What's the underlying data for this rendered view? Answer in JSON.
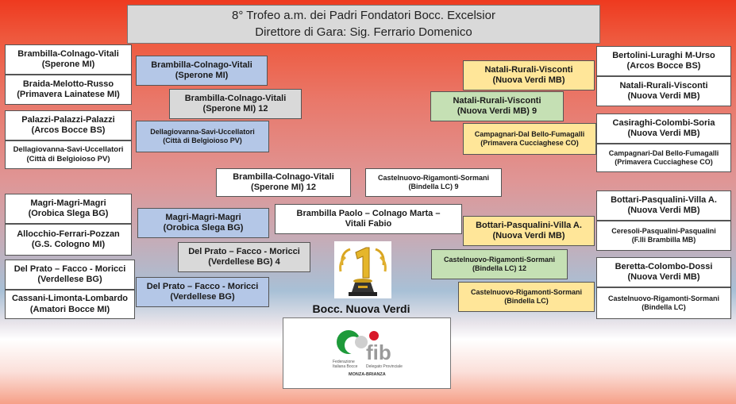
{
  "title": {
    "line1": "8° Trofeo a.m. dei Padri Fondatori Bocc. Excelsior",
    "line2": "Direttore di Gara: Sig. Ferrario Domenico"
  },
  "left": {
    "r1": [
      {
        "name": "Brambilla-Colnago-Vitali",
        "club": "(Sperone MI)"
      },
      {
        "name": "Braida-Melotto-Russo",
        "club": "(Primavera Lainatese MI)"
      },
      {
        "name": "Palazzi-Palazzi-Palazzi",
        "club": "(Arcos Bocce BS)"
      },
      {
        "name": "Dellagiovanna-Savi-Uccellatori",
        "club": "(Città di Belgioioso PV)"
      },
      {
        "name": "Magri-Magri-Magri",
        "club": "(Orobica Slega BG)"
      },
      {
        "name": "Allocchio-Ferrari-Pozzan",
        "club": "(G.S. Cologno MI)"
      },
      {
        "name": "Del Prato – Facco - Moricci",
        "club": "(Verdellese BG)"
      },
      {
        "name": "Cassani-Limonta-Lombardo",
        "club": "(Amatori Bocce MI)"
      }
    ],
    "r2": [
      {
        "name": "Brambilla-Colnago-Vitali",
        "club": "(Sperone MI)"
      },
      {
        "name": "Dellagiovanna-Savi-Uccellatori",
        "club": "(Città di Belgioioso PV)"
      },
      {
        "name": "Magri-Magri-Magri",
        "club": "(Orobica Slega BG)"
      },
      {
        "name": "Del Prato – Facco - Moricci",
        "club": "(Verdellese BG)"
      }
    ],
    "r3": [
      {
        "name": "Brambilla-Colnago-Vitali",
        "club": "(Sperone MI)   12"
      },
      {
        "name": "Del Prato – Facco - Moricci",
        "club": "(Verdellese BG)   4"
      }
    ],
    "final": {
      "name": "Brambilla-Colnago-Vitali",
      "club": "(Sperone MI)   12"
    }
  },
  "right": {
    "r1": [
      {
        "name": "Bertolini-Luraghi M-Urso",
        "club": "(Arcos Bocce BS)"
      },
      {
        "name": "Natali-Rurali-Visconti",
        "club": "(Nuova Verdi MB)"
      },
      {
        "name": "Casiraghi-Colombi-Soria",
        "club": "(Nuova Verdi MB)"
      },
      {
        "name": "Campagnari-Dal Bello-Fumagalli",
        "club": "(Primavera Cucciaghese CO)"
      },
      {
        "name": "Bottari-Pasqualini-Villa A.",
        "club": "(Nuova Verdi MB)"
      },
      {
        "name": "Ceresoli-Pasqualini-Pasqualini",
        "club": "(F.lli Brambilla MB)"
      },
      {
        "name": "Beretta-Colombo-Dossi",
        "club": "(Nuova Verdi MB)"
      },
      {
        "name": "Castelnuovo-Rigamonti-Sormani",
        "club": "(Bindella LC)"
      }
    ],
    "r2": [
      {
        "name": "Natali-Rurali-Visconti",
        "club": "(Nuova Verdi MB)"
      },
      {
        "name": "Campagnari-Dal Bello-Fumagalli",
        "club": "(Primavera Cucciaghese CO)"
      },
      {
        "name": "Bottari-Pasqualini-Villa A.",
        "club": "(Nuova Verdi MB)"
      },
      {
        "name": "Castelnuovo-Rigamonti-Sormani",
        "club": "(Bindella LC)"
      }
    ],
    "r3": [
      {
        "name": "Natali-Rurali-Visconti",
        "club": "(Nuova Verdi MB)   9"
      },
      {
        "name": "Castelnuovo-Rigamonti-Sormani",
        "club": "(Bindella LC)   12"
      }
    ],
    "final": {
      "name": "Castelnuovo-Rigamonti-Sormani",
      "club": "(Bindella LC)   9"
    }
  },
  "center": {
    "winner_players_line1": "Brambilla Paolo – Colnago Marta –",
    "winner_players_line2": "Vitali Fabio",
    "winner_club": "Bocc. Nuova Verdi",
    "trophy_icon": "gold-number-one-trophy-icon"
  },
  "logo": {
    "brand": "fib",
    "line1": "Federazione",
    "line2": "Italiana Bocce",
    "line3": "Delegato Provinciale",
    "line4": "MONZA-BRIANZA"
  }
}
